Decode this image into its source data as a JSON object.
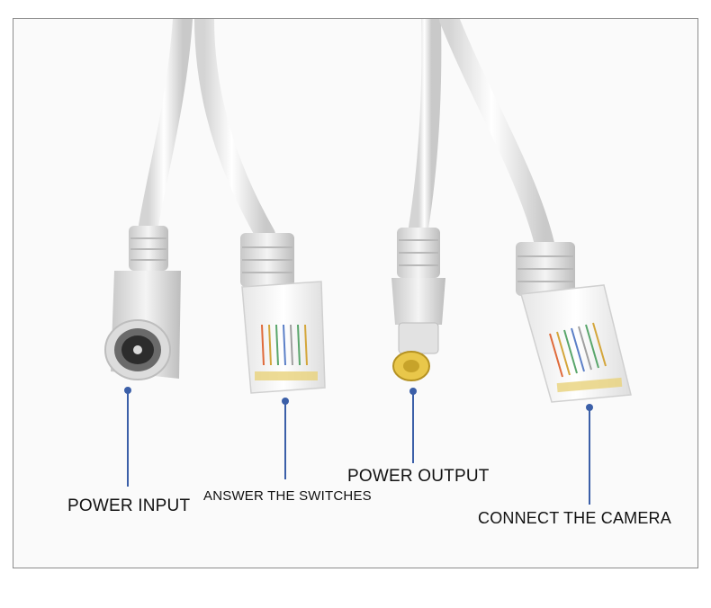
{
  "labels": {
    "power_input": "POWER INPUT",
    "answer_switches": "ANSWER THE SWITCHES",
    "power_output": "POWER OUTPUT",
    "connect_camera": "CONNECT THE CAMERA"
  },
  "colors": {
    "cable": "#f2f2f2",
    "cable_shadow": "#cfcfcf",
    "pointer": "#3b5fa8",
    "dc_tip": "#e9c74a",
    "background": "#fafafa",
    "frame_border": "#8c8c8c"
  }
}
